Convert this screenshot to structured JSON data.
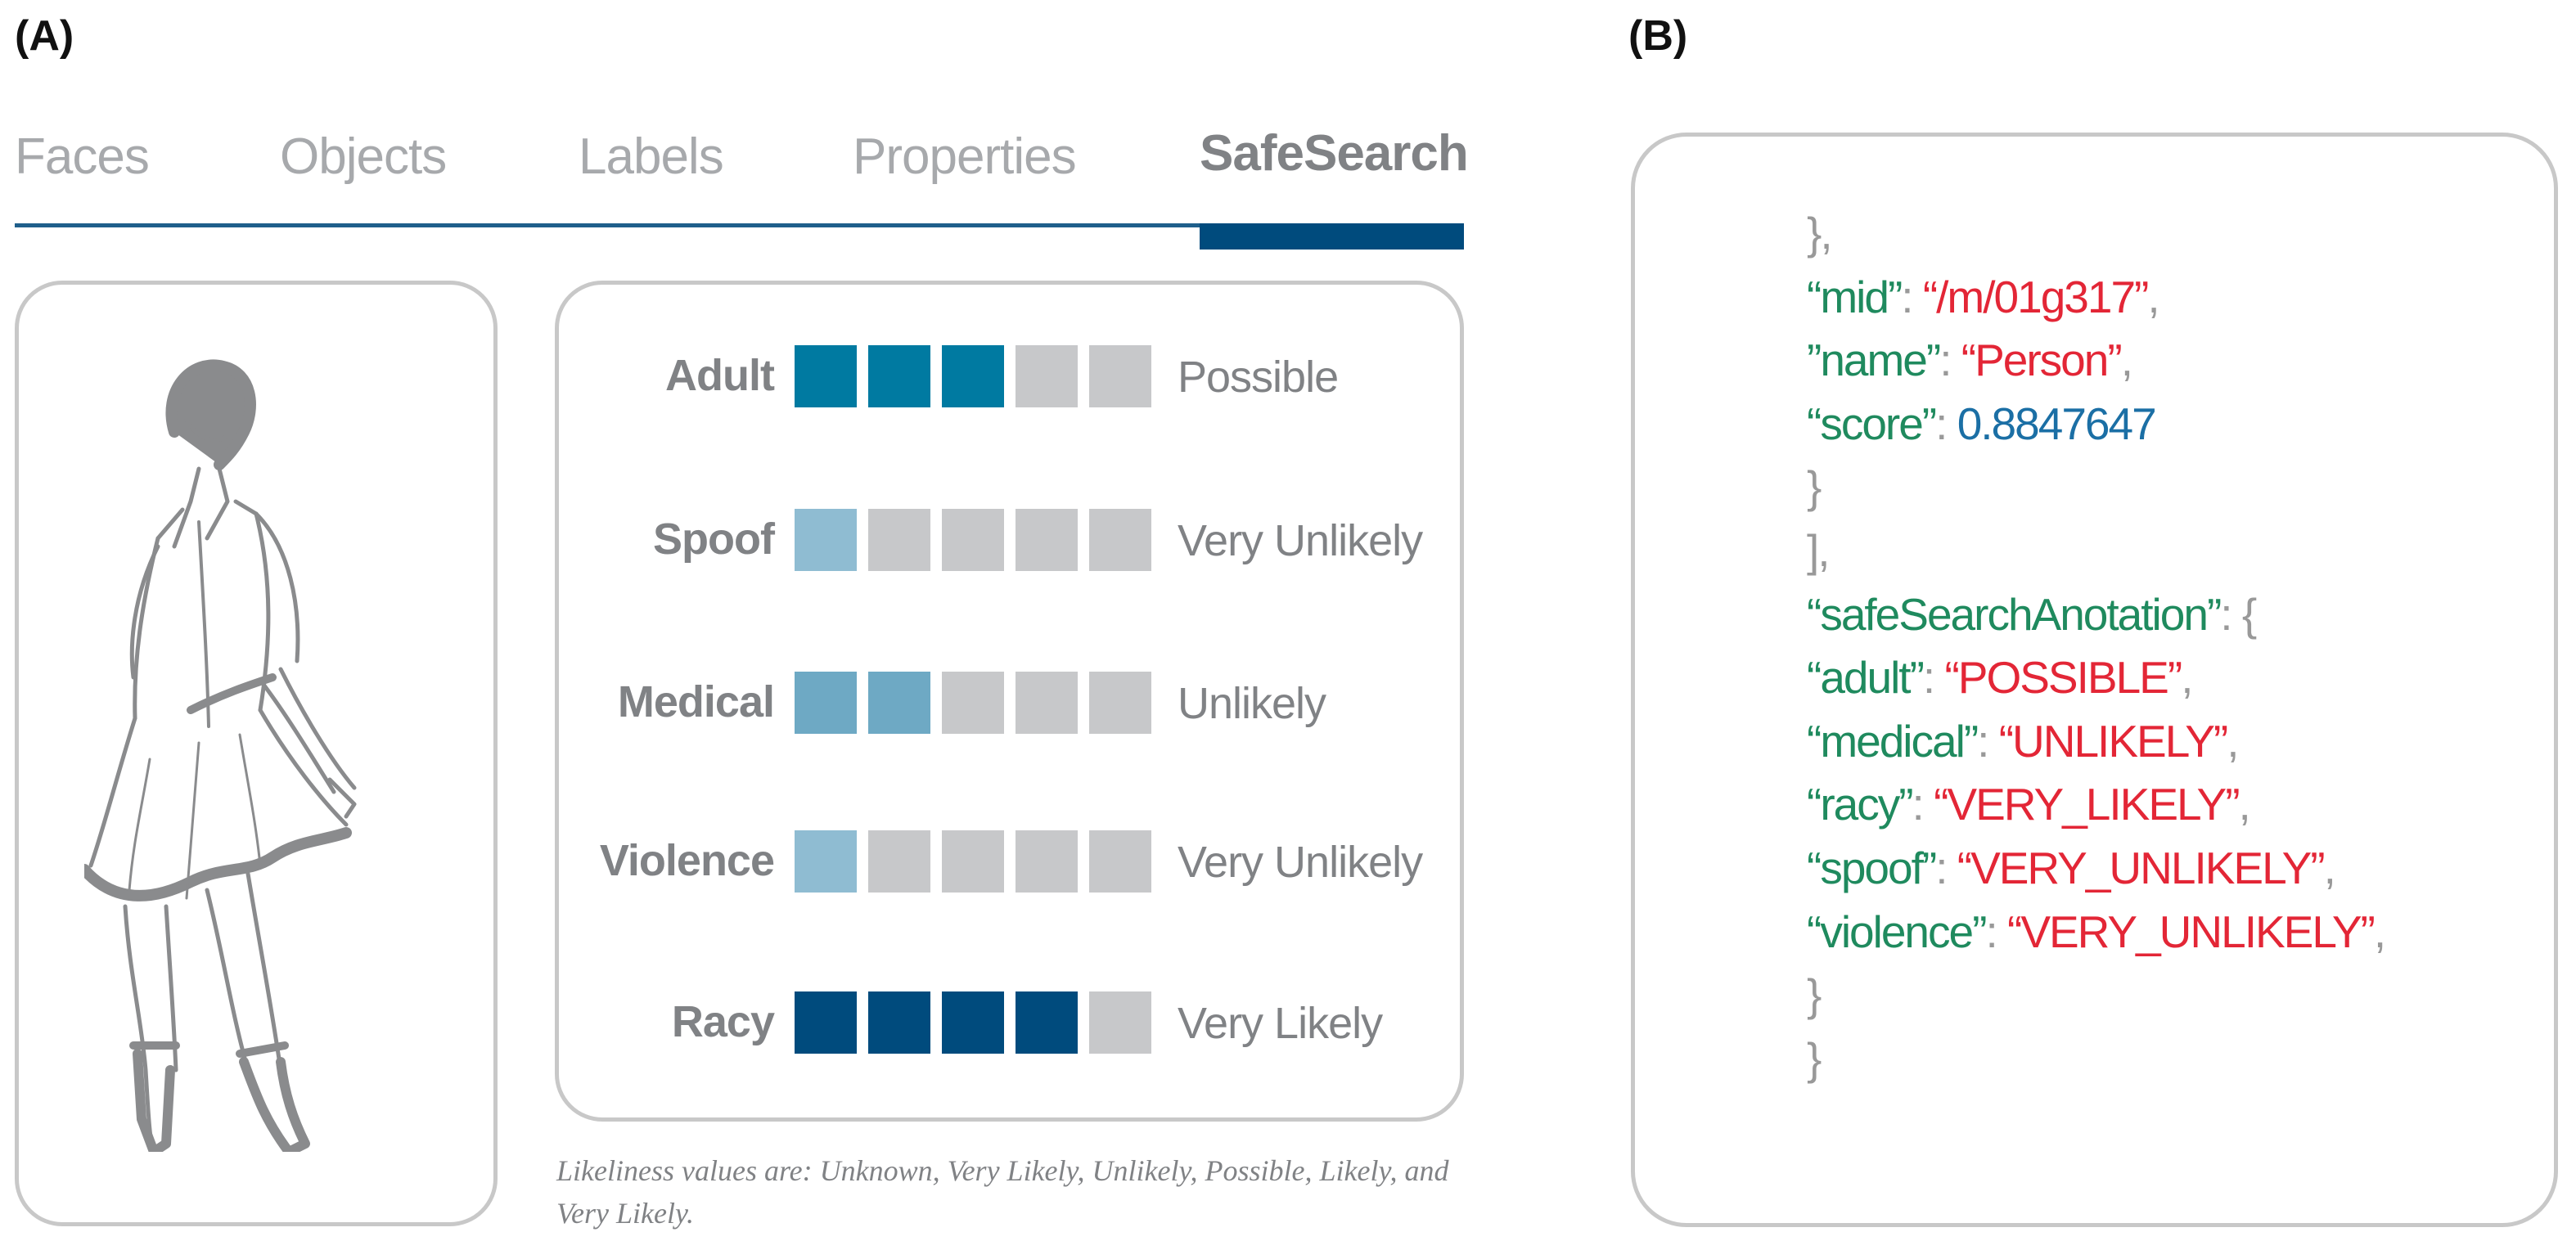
{
  "panels": {
    "a_label": "(A)",
    "b_label": "(B)"
  },
  "tabs": [
    {
      "label": "Faces",
      "active": false
    },
    {
      "label": "Objects",
      "active": false
    },
    {
      "label": "Labels",
      "active": false
    },
    {
      "label": "Properties",
      "active": false
    },
    {
      "label": "SafeSearch",
      "active": true
    }
  ],
  "image": {
    "description_icon": "person-figure-sketch"
  },
  "safesearch": {
    "rows": [
      {
        "label": "Adult",
        "value": "Possible",
        "level": 3,
        "fill_color": "#007aa1"
      },
      {
        "label": "Spoof",
        "value": "Very Unlikely",
        "level": 1,
        "fill_color": "#8fbcd2"
      },
      {
        "label": "Medical",
        "value": "Unlikely",
        "level": 2,
        "fill_color": "#6ea9c4"
      },
      {
        "label": "Violence",
        "value": "Very Unlikely",
        "level": 1,
        "fill_color": "#8fbcd2"
      },
      {
        "label": "Racy",
        "value": "Very Likely",
        "level": 4,
        "fill_color": "#004b7d"
      }
    ],
    "total_levels": 5,
    "empty_color": "#c7c8ca"
  },
  "caption": "Likeliness values are: Unknown, Very Likely, Unlikely, Possible, Likely, and Very Likely.",
  "json_lines": [
    [
      {
        "t": "},",
        "c": "punct"
      }
    ],
    [
      {
        "t": "“mid”",
        "c": "key"
      },
      {
        "t": ": ",
        "c": "punct"
      },
      {
        "t": "“/m/01g317”",
        "c": "str"
      },
      {
        "t": ",",
        "c": "punct"
      }
    ],
    [
      {
        "t": "”name”",
        "c": "key"
      },
      {
        "t": ": ",
        "c": "punct"
      },
      {
        "t": "“Person”",
        "c": "str"
      },
      {
        "t": ",",
        "c": "punct"
      }
    ],
    [
      {
        "t": "“score”",
        "c": "key"
      },
      {
        "t": ": ",
        "c": "punct"
      },
      {
        "t": "0.8847647",
        "c": "num"
      }
    ],
    [
      {
        "t": "}",
        "c": "punct"
      }
    ],
    [
      {
        "t": "],",
        "c": "punct"
      }
    ],
    [
      {
        "t": "“safeSearchAnotation”",
        "c": "key"
      },
      {
        "t": ": {",
        "c": "punct"
      }
    ],
    [
      {
        "t": "“adult”",
        "c": "key"
      },
      {
        "t": ": ",
        "c": "punct"
      },
      {
        "t": "“POSSIBLE”",
        "c": "str"
      },
      {
        "t": ",",
        "c": "punct"
      }
    ],
    [
      {
        "t": "“medical”",
        "c": "key"
      },
      {
        "t": ": ",
        "c": "punct"
      },
      {
        "t": "“UNLIKELY”",
        "c": "str"
      },
      {
        "t": ",",
        "c": "punct"
      }
    ],
    [
      {
        "t": "“racy”",
        "c": "key"
      },
      {
        "t": ": ",
        "c": "punct"
      },
      {
        "t": "“VERY_LIKELY”",
        "c": "str"
      },
      {
        "t": ",",
        "c": "punct"
      }
    ],
    [
      {
        "t": "“spoof”",
        "c": "key"
      },
      {
        "t": ": ",
        "c": "punct"
      },
      {
        "t": "“VERY_UNLIKELY”",
        "c": "str"
      },
      {
        "t": ",",
        "c": "punct"
      }
    ],
    [
      {
        "t": "“violence”",
        "c": "key"
      },
      {
        "t": ": ",
        "c": "punct"
      },
      {
        "t": "“VERY_UNLIKELY”",
        "c": "str"
      },
      {
        "t": ",",
        "c": "punct"
      }
    ],
    [
      {
        "t": "}",
        "c": "punct"
      }
    ],
    [
      {
        "t": "}",
        "c": "punct"
      }
    ]
  ],
  "colors": {
    "tab_active_indicator": "#004b7d",
    "tab_rule": "#1f5f8b",
    "json_key": "#1f8a5e",
    "json_string": "#e32636",
    "json_number": "#1b6fa5",
    "json_punct": "#999999"
  }
}
